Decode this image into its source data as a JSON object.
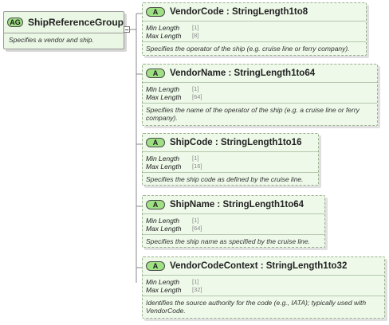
{
  "group": {
    "badge": "AG",
    "name": "ShipReferenceGroup",
    "description": "Specifies a vendor and ship."
  },
  "facet_labels": {
    "min": "Min Length",
    "max": "Max Length"
  },
  "elements": [
    {
      "badge": "A",
      "name": "VendorCode : StringLength1to8",
      "min_length": "[1]",
      "max_length": "[8]",
      "description": "Specifies the operator of the ship (e.g. cruise line or ferry company)."
    },
    {
      "badge": "A",
      "name": "VendorName : StringLength1to64",
      "min_length": "[1]",
      "max_length": "[64]",
      "description": "Specifies the name of the operator of the ship (e.g. a cruise line or ferry company)."
    },
    {
      "badge": "A",
      "name": "ShipCode : StringLength1to16",
      "min_length": "[1]",
      "max_length": "[16]",
      "description": "Specifies the ship code as defined by the cruise line."
    },
    {
      "badge": "A",
      "name": "ShipName : StringLength1to64",
      "min_length": "[1]",
      "max_length": "[64]",
      "description": "Specifies the ship name as specified by the cruise line."
    },
    {
      "badge": "A",
      "name": "VendorCodeContext : StringLength1to32",
      "min_length": "[1]",
      "max_length": "[32]",
      "description": "Identifies the source authority for the code (e.g., IATA); typically used with VendorCode."
    }
  ]
}
